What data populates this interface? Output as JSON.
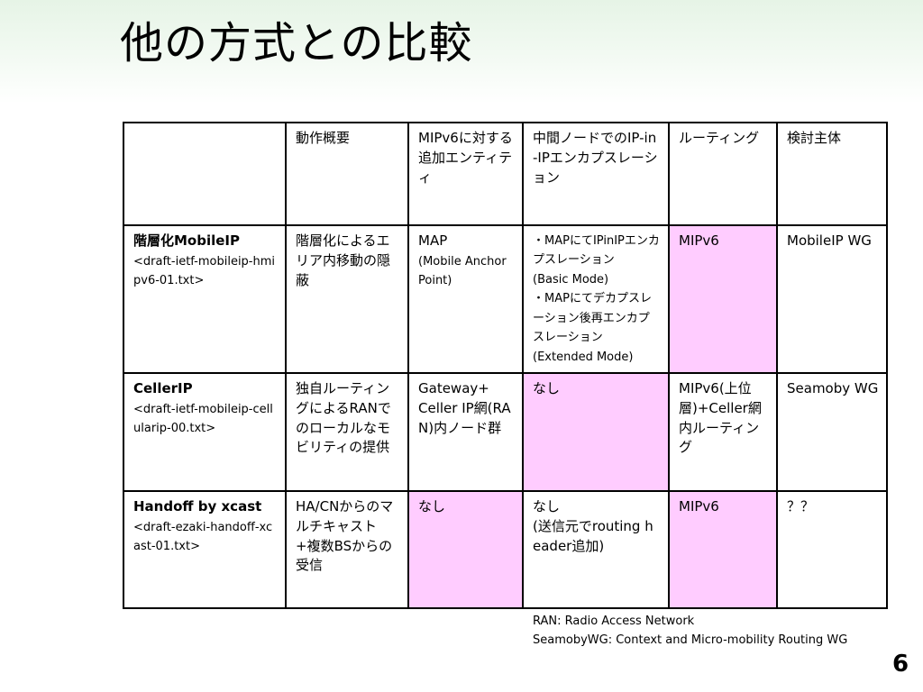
{
  "title": "他の方式との比較",
  "table": {
    "headers": [
      "",
      "動作概要",
      "MIPv6に対する追加エンティティ",
      "中間ノードでのIP-in-IPエンカプスレーション",
      "ルーティング",
      "検討主体"
    ],
    "rows": [
      {
        "name": "階層化MobileIP",
        "draft": "<draft-ietf-mobileip-hmipv6-01.txt>",
        "overview": "階層化によるエリア内移動の隠蔽",
        "entity": "MAP",
        "entity_sub": "(Mobile Anchor Point)",
        "encap_1": "・MAPにてIPinIPエンカプスレーション",
        "encap_2": "(Basic Mode)",
        "encap_3": "・MAPにてデカプスレーション後再エンカプスレーション",
        "encap_4": "(Extended Mode)",
        "routing": "MIPv6",
        "org": "MobileIP WG"
      },
      {
        "name": "CellerIP",
        "draft": "<draft-ietf-mobileip-cellularip-00.txt>",
        "overview": "独自ルーティングによるRANでのローカルなモビリティの提供",
        "entity_1": "Gateway+",
        "entity_2": "Celler IP網(RAN)内ノード群",
        "encap": "なし",
        "routing": "MIPv6(上位層)+Celler網内ルーティング",
        "org": "Seamoby WG"
      },
      {
        "name": "Handoff by xcast",
        "draft": "<draft-ezaki-handoff-xcast-01.txt>",
        "overview": "HA/CNからのマルチキャスト+複数BSからの受信",
        "entity": "なし",
        "encap_1": "なし",
        "encap_2": "(送信元でrouting header追加)",
        "routing": "MIPv6",
        "org": "？？"
      }
    ]
  },
  "notes": [
    "RAN: Radio Access Network",
    "SeamobyWG: Context and Micro-mobility Routing WG"
  ],
  "page_number": "6",
  "colors": {
    "highlight": "#ffccff",
    "band": "#e6f4e6"
  }
}
